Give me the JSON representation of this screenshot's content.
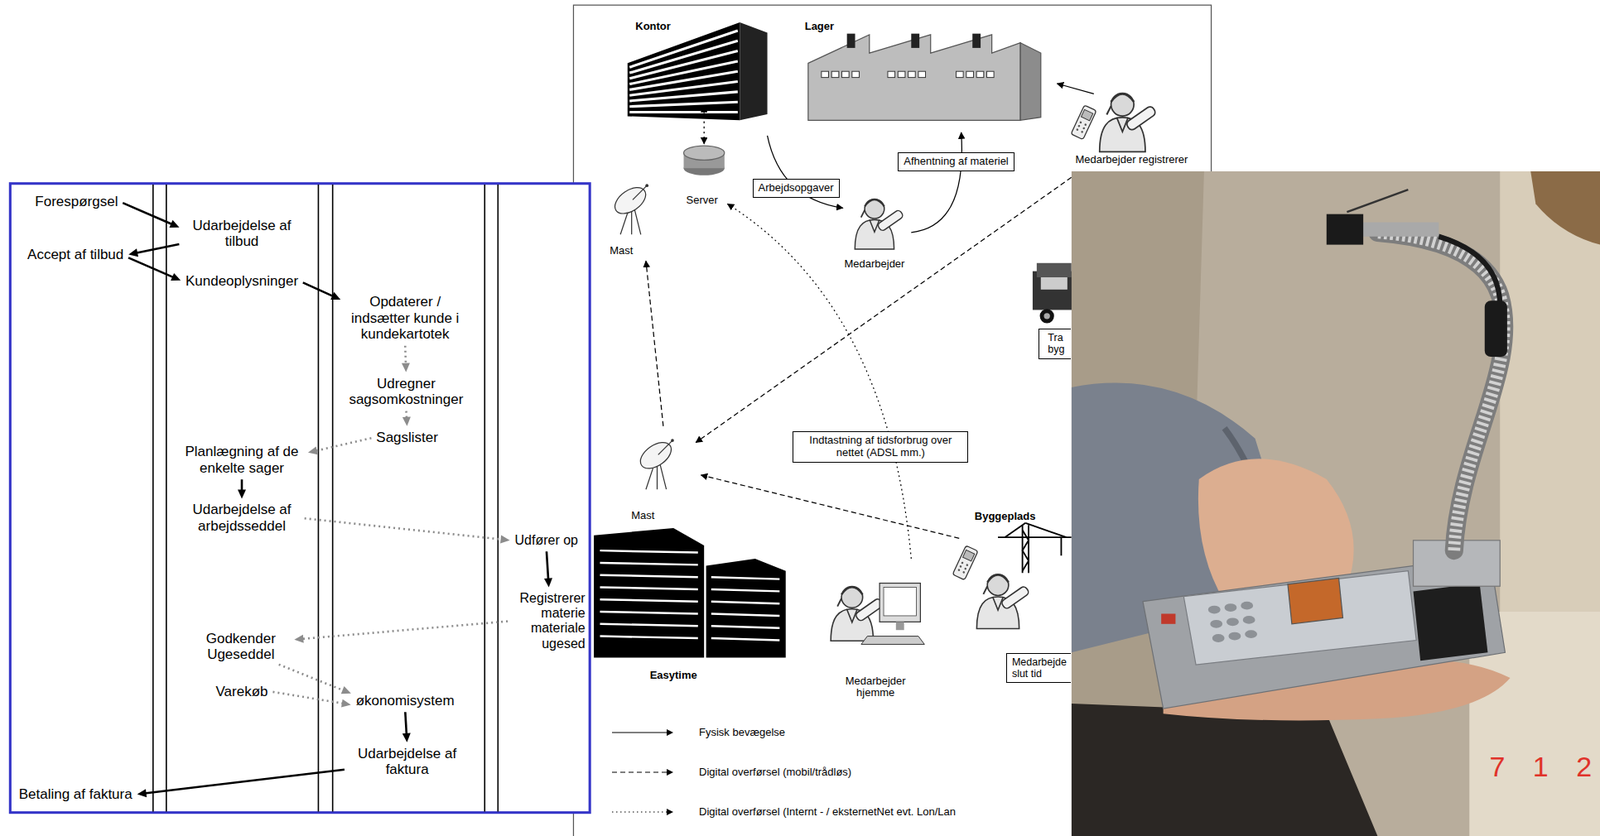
{
  "diagram": {
    "nodes": [
      {
        "text": [
          "Forespørgsel"
        ]
      },
      {
        "text": [
          "Udarbejdelse af tilbud"
        ]
      },
      {
        "text": [
          "Accept af tilbud"
        ]
      },
      {
        "text": [
          "Kundeoplysninger"
        ]
      },
      {
        "text": [
          "Opdaterer / indsætter kunde i kundekartotek"
        ]
      },
      {
        "text": [
          "Udregner sagsomkostninger"
        ]
      },
      {
        "text": [
          "Sagslister"
        ]
      },
      {
        "text": [
          "Planlægning af de enkelte sager"
        ]
      },
      {
        "text": [
          "Udarbejdelse af arbejdsseddel"
        ]
      },
      {
        "text": [
          "Udfører op"
        ]
      },
      {
        "text": [
          "Registrerer materie materiale ugesed"
        ]
      },
      {
        "text": [
          "Godkender Ugeseddel"
        ]
      },
      {
        "text": [
          "Varekøb"
        ]
      },
      {
        "text": [
          "økonomisystem"
        ]
      },
      {
        "text": [
          "Udarbejdelse af faktura"
        ]
      },
      {
        "text": [
          "Betaling af faktura"
        ]
      },
      {
        "text": [
          "Arbejdsopgaver"
        ]
      },
      {
        "text": [
          "Afhentning af materiel"
        ]
      },
      {
        "text": [
          "Indtastning af tidsforbrug over nettet (ADSL mm.)"
        ]
      },
      {
        "text": [
          "Tra byg"
        ]
      },
      {
        "text": [
          "Medarbejde slut tid"
        ]
      }
    ],
    "edges": [
      {
        "from": 0,
        "to": 1,
        "arrow": "to"
      },
      {
        "from": 1,
        "to": 2,
        "arrow": "to"
      },
      {
        "from": 2,
        "to": 3,
        "arrow": "to"
      },
      {
        "from": 3,
        "to": 4,
        "arrow": "to"
      },
      {
        "from": 4,
        "to": 5,
        "arrow": "to"
      },
      {
        "from": 5,
        "to": 6,
        "arrow": "to"
      },
      {
        "from": 6,
        "to": 7,
        "arrow": "to"
      },
      {
        "from": 7,
        "to": 8,
        "arrow": "to"
      },
      {
        "from": 8,
        "to": 9,
        "arrow": "to"
      },
      {
        "from": 9,
        "to": 10,
        "arrow": "to"
      },
      {
        "from": 10,
        "to": 11,
        "arrow": "to"
      },
      {
        "from": 11,
        "to": 13,
        "arrow": "to"
      },
      {
        "from": 12,
        "to": 13,
        "arrow": "to"
      },
      {
        "from": 13,
        "to": 14,
        "arrow": "to"
      },
      {
        "from": 14,
        "to": 15,
        "arrow": "to"
      }
    ],
    "labels": [
      "Kontor",
      "Lager",
      "Server",
      "Mast",
      "Medarbejder",
      "Medarbejder registrerer",
      "Mast",
      "Easytime",
      "Medarbejder hjemme",
      "Byggeplads",
      "7 1 2"
    ],
    "legend": [
      {
        "text": "Fysisk bevægelse"
      },
      {
        "text": "Digital overførsel (mobil/trådløs)"
      },
      {
        "text": "Digital overførsel (Internt - / eksternetNet evt. Lon/Lan"
      }
    ]
  }
}
